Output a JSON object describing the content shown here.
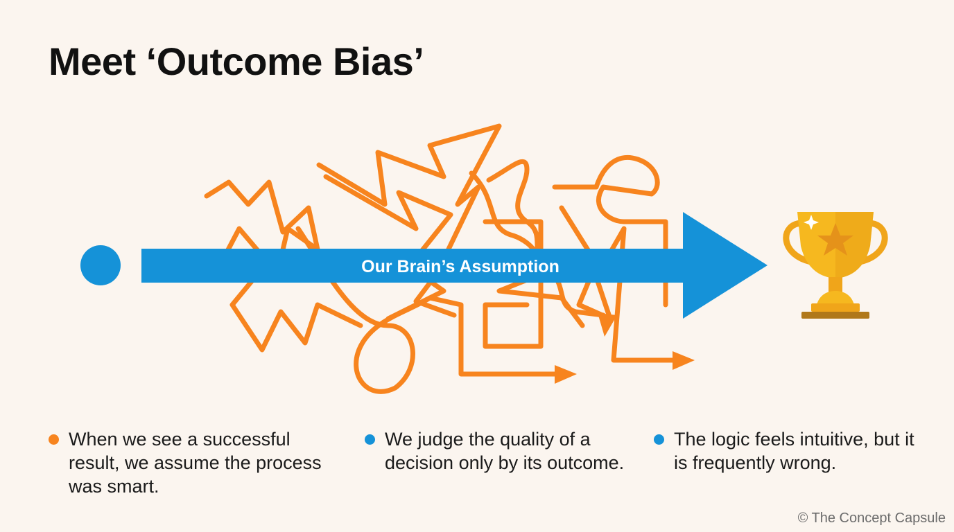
{
  "title": "Meet ‘Outcome Bias’",
  "arrow_label": "Our Brain’s Assumption",
  "colors": {
    "background": "#fbf5ef",
    "orange": "#f7841e",
    "blue": "#1592d8",
    "gold": "#f6b81f"
  },
  "icons": {
    "start": "start-dot-icon",
    "goal": "trophy-icon"
  },
  "bullets": [
    {
      "color": "#f7841e",
      "text": "When we see a successful result, we assume the process was smart."
    },
    {
      "color": "#1592d8",
      "text": "We judge the quality of a decision only by its outcome."
    },
    {
      "color": "#1592d8",
      "text": "The logic feels intuitive, but it is frequently wrong."
    }
  ],
  "footer": "© The Concept Capsule"
}
